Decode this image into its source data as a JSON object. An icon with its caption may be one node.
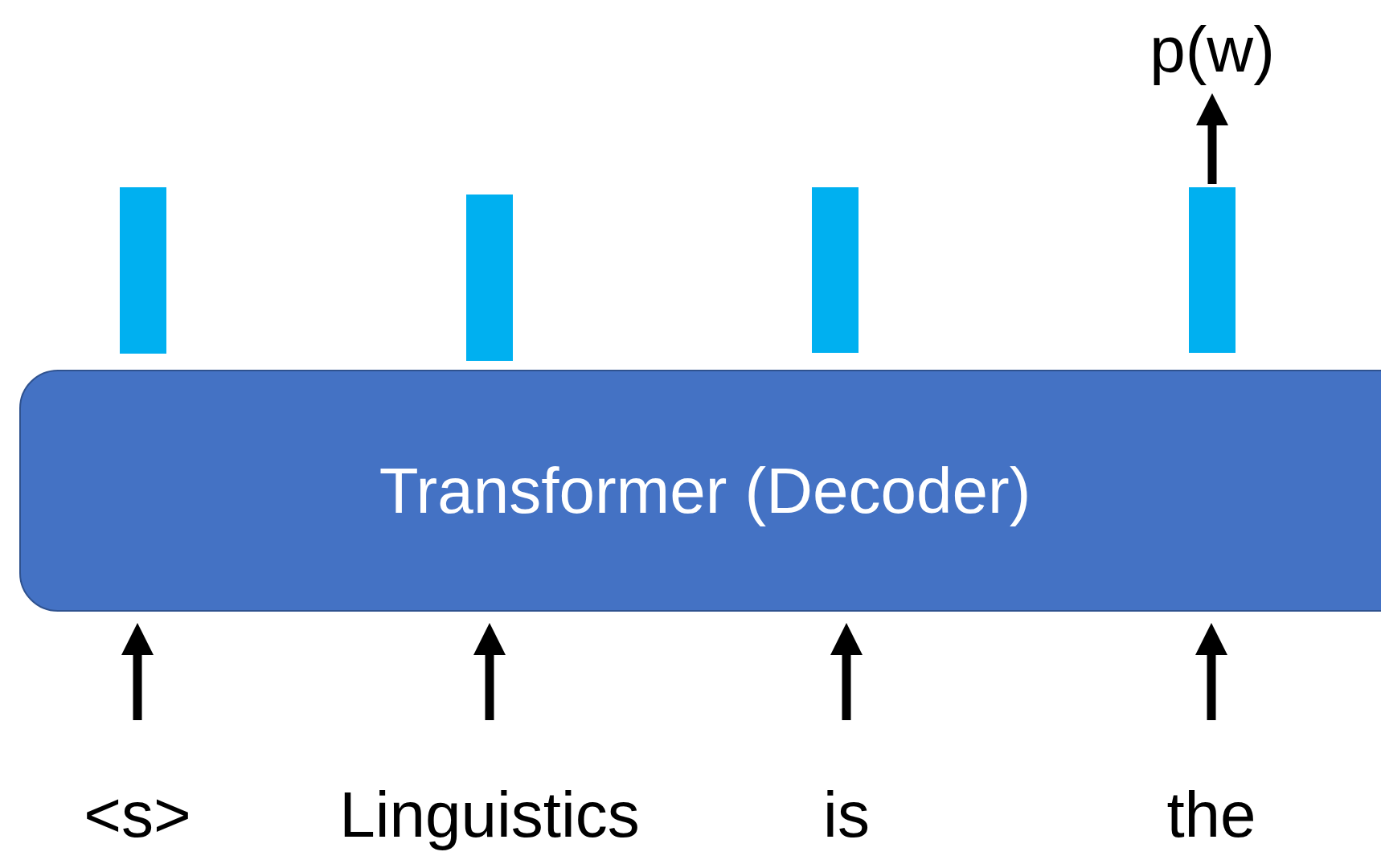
{
  "diagram": {
    "nodes": [
      {
        "text": [
          "Transformer (Decoder)"
        ]
      },
      {
        "text": [],
        "shape": "bar"
      },
      {
        "text": [],
        "shape": "bar"
      },
      {
        "text": [],
        "shape": "bar"
      },
      {
        "text": [],
        "shape": "bar"
      },
      {
        "text": [
          "<s>"
        ]
      },
      {
        "text": [
          "Linguistics"
        ]
      },
      {
        "text": [
          "is"
        ]
      },
      {
        "text": [
          "the"
        ]
      },
      {
        "text": [
          "p(w)"
        ]
      }
    ],
    "edges": [
      {
        "from": 5,
        "to": 0,
        "arrow": "to"
      },
      {
        "from": 6,
        "to": 0,
        "arrow": "to"
      },
      {
        "from": 7,
        "to": 0,
        "arrow": "to"
      },
      {
        "from": 8,
        "to": 0,
        "arrow": "to"
      },
      {
        "from": 4,
        "to": 9,
        "arrow": "to"
      }
    ]
  }
}
